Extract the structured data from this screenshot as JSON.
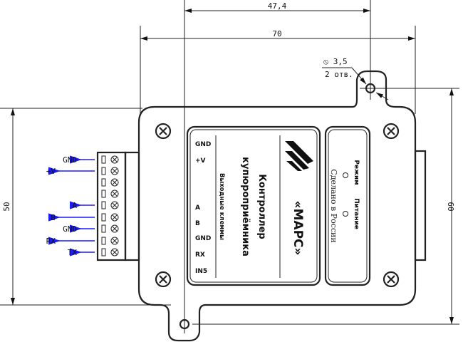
{
  "dimensions": {
    "width_47": "47,4",
    "width_70": "70",
    "height_50": "50",
    "height_60": "60",
    "hole_diameter": "⦸ 3,5",
    "hole_count": "2 отв."
  },
  "terminals": [
    "GND",
    "+V",
    "",
    "",
    "A",
    "B",
    "GND",
    "RX",
    "TX"
  ],
  "label_panel": {
    "pins": [
      "GND",
      "+V",
      "A",
      "B",
      "GND",
      "RX",
      "IN5"
    ],
    "output_terminals": "Выходные клеммы",
    "title_line1": "Контроллер",
    "title_line2": "купюроприёмника",
    "brand": "«МАРС»"
  },
  "indicator_panel": {
    "mode": "Режим",
    "power": "Питание",
    "made_in": "Сделано в России"
  },
  "colors": {
    "arrow": "#1a1aff",
    "line": "#222222"
  }
}
